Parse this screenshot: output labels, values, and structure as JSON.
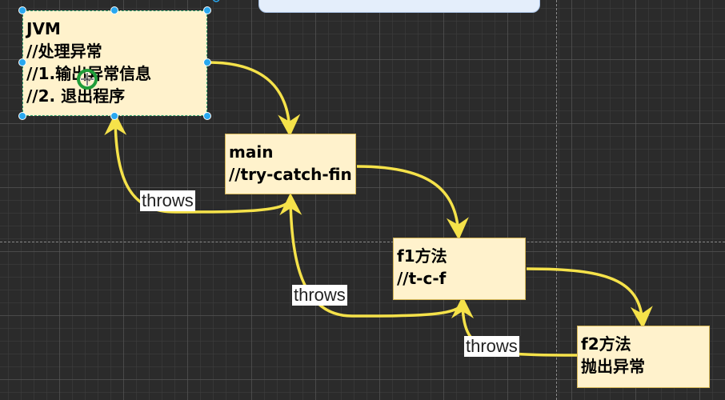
{
  "diagram": {
    "nodes": {
      "jvm": [
        "JVM",
        "//处理异常",
        "//1.输出异常信息",
        "//2. 退出程序"
      ],
      "main": [
        "main",
        "//try-catch-fin"
      ],
      "f1": [
        "f1方法",
        "//t-c-f"
      ],
      "f2": [
        "f2方法",
        "抛出异常"
      ]
    },
    "edge_labels": [
      "throws",
      "throws",
      "throws"
    ],
    "colors": {
      "node_fill": "#fff2cc",
      "node_border": "#d6b656",
      "edge": "#f5e24a",
      "selection_handle": "#29a8ef",
      "canvas": "#2b2b2b"
    },
    "icons": [
      "move-cursor-icon",
      "rotate-handle-icon"
    ]
  }
}
